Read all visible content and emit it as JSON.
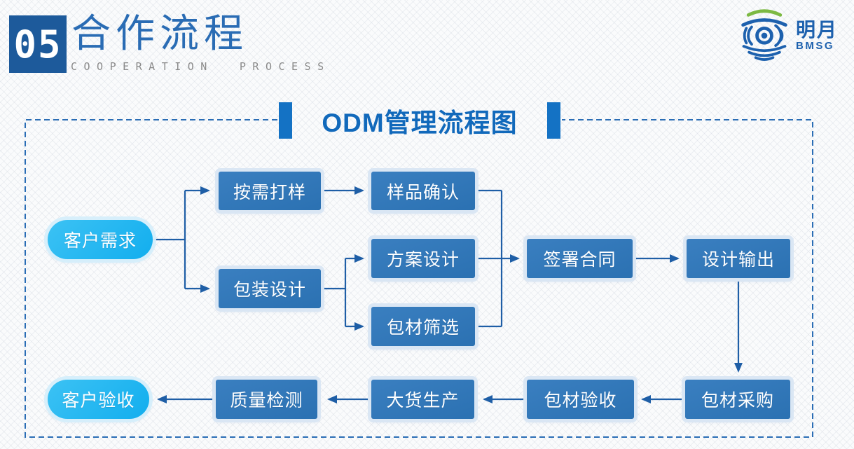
{
  "header": {
    "number": "05",
    "title": "合作流程",
    "subtitle": "COOPERATION  PROCESS",
    "logo": {
      "name": "明月",
      "abbr": "BMSG"
    }
  },
  "diagram": {
    "title": "ODM管理流程图",
    "nodes": [
      {
        "id": "customer-demand",
        "label": "客户需求",
        "shape": "pill"
      },
      {
        "id": "sample-on-demand",
        "label": "按需打样",
        "shape": "box"
      },
      {
        "id": "sample-confirm",
        "label": "样品确认",
        "shape": "box"
      },
      {
        "id": "plan-design",
        "label": "方案设计",
        "shape": "box"
      },
      {
        "id": "packaging-design",
        "label": "包装设计",
        "shape": "box"
      },
      {
        "id": "material-screening",
        "label": "包材筛选",
        "shape": "box"
      },
      {
        "id": "sign-contract",
        "label": "签署合同",
        "shape": "box"
      },
      {
        "id": "design-output",
        "label": "设计输出",
        "shape": "box"
      },
      {
        "id": "material-purchase",
        "label": "包材采购",
        "shape": "box"
      },
      {
        "id": "material-inspection",
        "label": "包材验收",
        "shape": "box"
      },
      {
        "id": "mass-production",
        "label": "大货生产",
        "shape": "box"
      },
      {
        "id": "quality-inspection",
        "label": "质量检测",
        "shape": "box"
      },
      {
        "id": "customer-acceptance",
        "label": "客户验收",
        "shape": "pill"
      }
    ],
    "edges": [
      {
        "from": "客户需求",
        "to": "按需打样"
      },
      {
        "from": "客户需求",
        "to": "包装设计"
      },
      {
        "from": "按需打样",
        "to": "样品确认"
      },
      {
        "from": "样品确认",
        "to": "签署合同"
      },
      {
        "from": "包装设计",
        "to": "方案设计"
      },
      {
        "from": "包装设计",
        "to": "包材筛选"
      },
      {
        "from": "方案设计",
        "to": "签署合同"
      },
      {
        "from": "包材筛选",
        "to": "签署合同"
      },
      {
        "from": "签署合同",
        "to": "设计输出"
      },
      {
        "from": "设计输出",
        "to": "包材采购"
      },
      {
        "from": "包材采购",
        "to": "包材验收"
      },
      {
        "from": "包材验收",
        "to": "大货生产"
      },
      {
        "from": "大货生产",
        "to": "质量检测"
      },
      {
        "from": "质量检测",
        "to": "客户验收"
      }
    ],
    "colors": {
      "node_fill": "#2e75b6",
      "pill_fill": "#17b2ef",
      "connector": "#1e5ea6",
      "accent_bar": "#1472c4",
      "dashed_border": "#2a6db5",
      "number_box": "#1d5a9b",
      "title_blue": "#2a6cb4",
      "subtitle_gray": "#8a8a8a",
      "logo_blue": "#1d61ae",
      "logo_green": "#7cb942"
    }
  }
}
